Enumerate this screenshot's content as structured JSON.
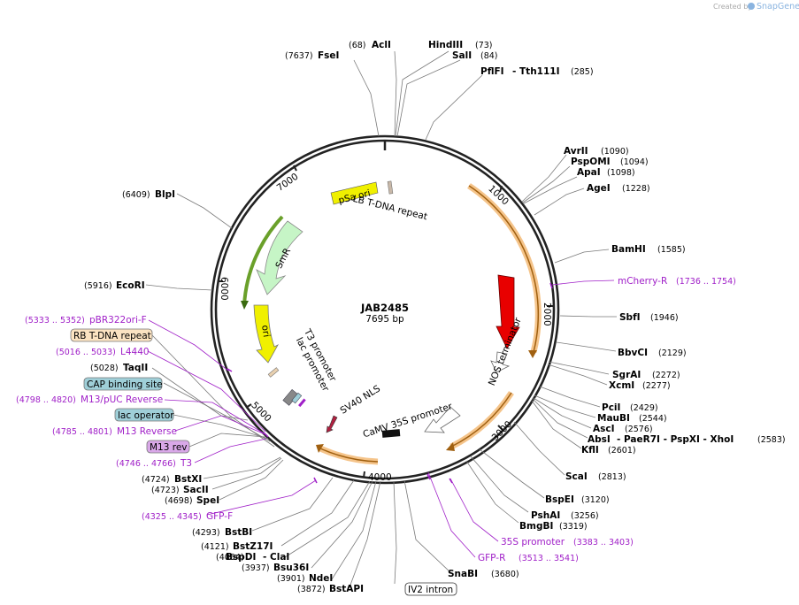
{
  "branding": {
    "prefix": "Created by",
    "name": "SnapGene"
  },
  "plasmid": {
    "name": "JAB2485",
    "size": "7695 bp"
  },
  "ticks": [
    "1000",
    "2000",
    "3000",
    "4000",
    "5000",
    "6000",
    "7000"
  ],
  "features": {
    "psa_ori": "pSa ori",
    "lb_repeat": "LB T-DNA repeat",
    "smr": "SmR",
    "ori": "ori",
    "mcherry": "mCherry",
    "nos_term": "NOS terminator",
    "camv35s": "CaMV 35S promoter",
    "sv40": "SV40 NLS",
    "t3_promoter": "T3 promoter",
    "lac_promoter": "lac promoter"
  },
  "boxed_labels": {
    "rb_repeat": "RB T-DNA repeat",
    "cap_site": "CAP binding site",
    "lac_operator": "lac operator",
    "m13_rev": "M13 rev",
    "iv2_intron": "IV2 intron"
  },
  "enzymes": {
    "acli": {
      "name": "AclI",
      "pos": "(68)"
    },
    "hindiii": {
      "name": "HindIII",
      "pos": "(73)"
    },
    "sali": {
      "name": "SalI",
      "pos": "(84)"
    },
    "pflfi": {
      "name": "PflFI",
      "extra": "- Tth111I",
      "pos": "(285)"
    },
    "fsei": {
      "name": "FseI",
      "pos": "(7637)"
    },
    "avrii": {
      "name": "AvrII",
      "pos": "(1090)"
    },
    "pspomi": {
      "name": "PspOMI",
      "pos": "(1094)"
    },
    "apai": {
      "name": "ApaI",
      "pos": "(1098)"
    },
    "agei": {
      "name": "AgeI",
      "pos": "(1228)"
    },
    "bamhi": {
      "name": "BamHI",
      "pos": "(1585)"
    },
    "sbfi": {
      "name": "SbfI",
      "pos": "(1946)"
    },
    "bbvci": {
      "name": "BbvCI",
      "pos": "(2129)"
    },
    "sgrai": {
      "name": "SgrAI",
      "pos": "(2272)"
    },
    "xcmi": {
      "name": "XcmI",
      "pos": "(2277)"
    },
    "pcii": {
      "name": "PciI",
      "pos": "(2429)"
    },
    "maubi": {
      "name": "MauBI",
      "pos": "(2544)"
    },
    "asci": {
      "name": "AscI",
      "pos": "(2576)"
    },
    "absi": {
      "name": "AbsI",
      "extra": "- PaeR7I   - PspXI   - XhoI",
      "pos": "(2583)"
    },
    "kfli": {
      "name": "KflI",
      "pos": "(2601)"
    },
    "scai": {
      "name": "ScaI",
      "pos": "(2813)"
    },
    "bspei": {
      "name": "BspEI",
      "pos": "(3120)"
    },
    "pshai": {
      "name": "PshAI",
      "pos": "(3256)"
    },
    "bmgbi": {
      "name": "BmgBI",
      "pos": "(3319)"
    },
    "snabi": {
      "name": "SnaBI",
      "pos": "(3680)"
    },
    "bstapi": {
      "name": "BstAPI",
      "pos": "(3872)"
    },
    "ndei": {
      "name": "NdeI",
      "pos": "(3901)"
    },
    "bsu36i": {
      "name": "Bsu36I",
      "pos": "(3937)"
    },
    "clai": {
      "name": "- ClaI",
      "pos": ""
    },
    "bspdi": {
      "name": "BspDI",
      "pos": "(4054)"
    },
    "bstz17i": {
      "name": "BstZ17I",
      "pos": "(4121)"
    },
    "bstbi": {
      "name": "BstBI",
      "pos": "(4293)"
    },
    "spei": {
      "name": "SpeI",
      "pos": "(4698)"
    },
    "sacii": {
      "name": "SacII",
      "pos": "(4723)"
    },
    "bstxi": {
      "name": "BstXI",
      "pos": "(4724)"
    },
    "taqii": {
      "name": "TaqII",
      "pos": "(5028)"
    },
    "ecori": {
      "name": "EcoRI",
      "pos": "(5916)"
    },
    "blpi": {
      "name": "BlpI",
      "pos": "(6409)"
    }
  },
  "primers": {
    "mcherry_r": {
      "name": "mCherry-R",
      "range": "(1736 .. 1754)"
    },
    "p35s": {
      "name": "35S promoter",
      "range": "(3383 .. 3403)"
    },
    "gfp_r": {
      "name": "GFP-R",
      "range": "(3513 .. 3541)"
    },
    "gfp_f": {
      "name": "GFP-F",
      "range": "(4325 .. 4345)"
    },
    "t3": {
      "name": "T3",
      "range": "(4746 .. 4766)"
    },
    "m13_reverse": {
      "name": "M13 Reverse",
      "range": "(4785 .. 4801)"
    },
    "m13_puc": {
      "name": "M13/pUC Reverse",
      "range": "(4798 .. 4820)"
    },
    "l4440": {
      "name": "L4440",
      "range": "(5016 .. 5033)"
    },
    "pbr322": {
      "name": "pBR322ori-F",
      "range": "(5333 .. 5352)"
    }
  },
  "colors": {
    "purple": "#a020c8",
    "orange_feature": "#f5c48a",
    "psa_ori": "#f0f000",
    "ori": "#f0f000",
    "mcherry": "#e80000",
    "smr": "#c6f5c6",
    "rb_box": "#fbe3c2",
    "blue_box": "#9fcfd8",
    "m13_box": "#d9a8e8"
  }
}
